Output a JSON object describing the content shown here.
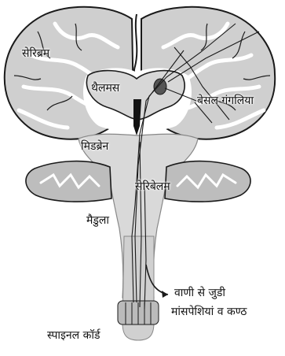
{
  "labels": {
    "cerebrum": "सेरिब्रम",
    "thalamus": "थैलमस",
    "basal_ganglia": "बेसल गंगलिया",
    "midbrain": "मिडब्रेन",
    "cerebellum": "सेरिबेलम",
    "medulla": "मैडुला",
    "muscles_line1": "वाणी से जुडी",
    "muscles_line2": "मांसपेशियां व कण्ठ",
    "spinal_cord": "स्पाइनल कॉर्ड"
  },
  "colors": {
    "brain_tissue": "#cfcfcf",
    "gyri_outline": "#1a1a1a",
    "white_matter": "#ffffff",
    "background": "#ffffff"
  }
}
